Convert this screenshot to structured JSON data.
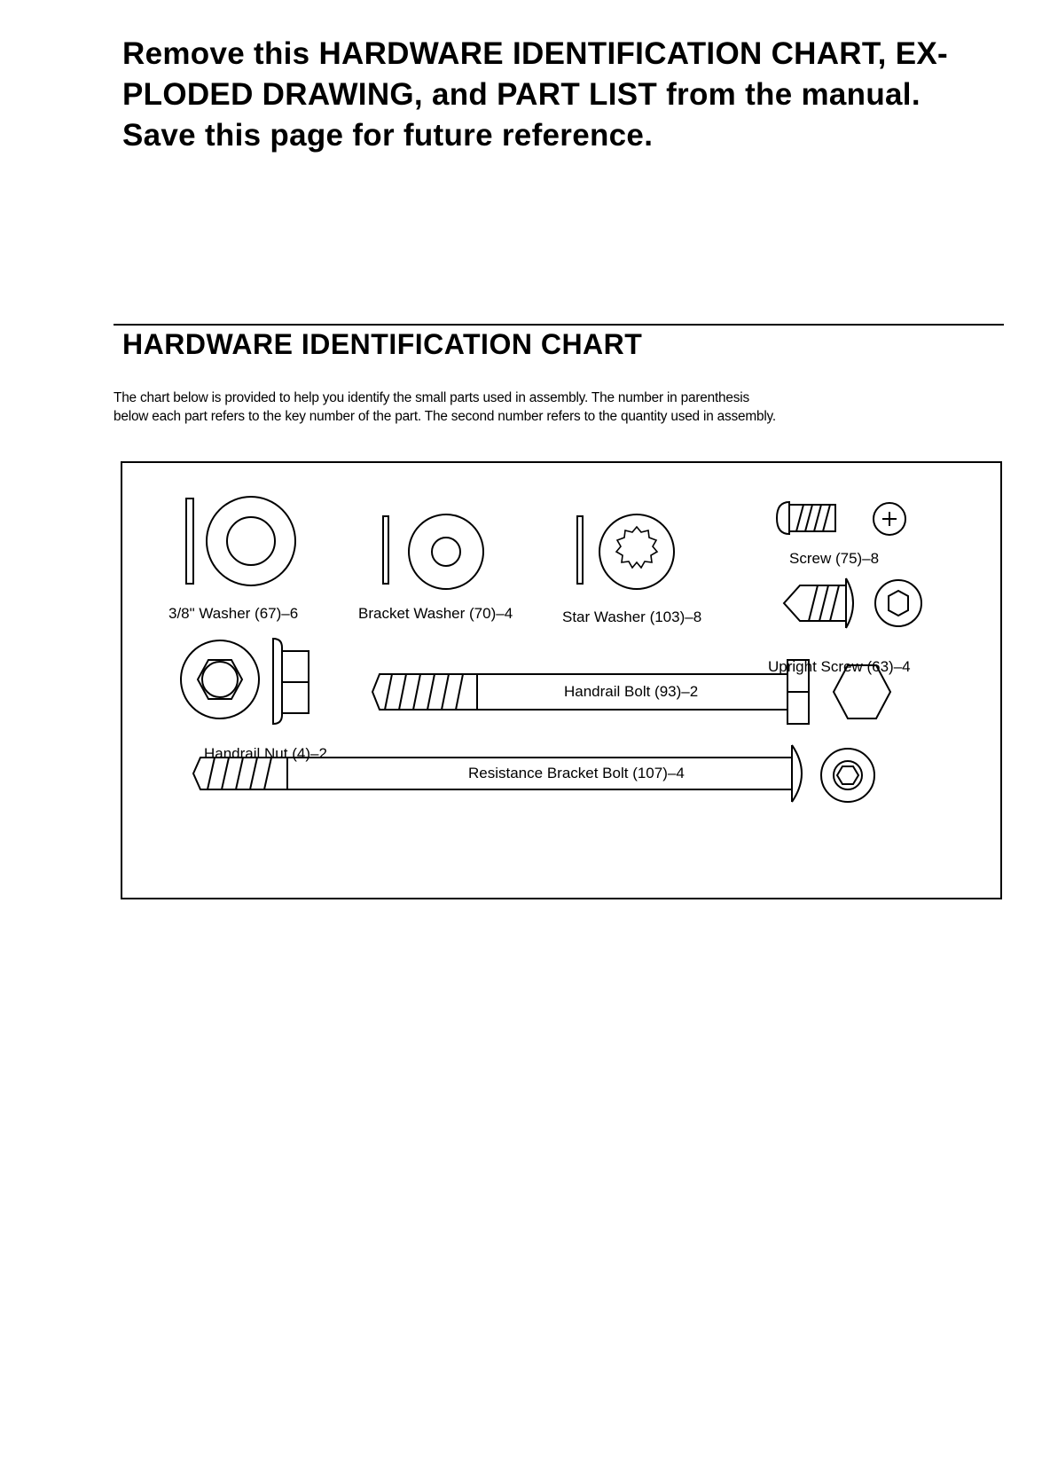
{
  "notice": {
    "lines": [
      "Remove this HARDWARE IDENTIFICATION CHART, EX-",
      "PLODED DRAWING, and PART LIST from the manual.",
      "Save this page for future reference."
    ]
  },
  "section": {
    "title": "HARDWARE IDENTIFICATION CHART"
  },
  "intro": {
    "lines": [
      "The chart below is provided to help you identify the small parts used in assembly. The number in parenthesis",
      "below each part refers to the key number of the part. The second number refers to the quantity used in assembly."
    ]
  },
  "parts": {
    "washer_38": "3/8\" Washer (67)–6",
    "bracket_washer": "Bracket Washer (70)–4",
    "star_washer": "Star Washer (103)–8",
    "screw": "Screw (75)–8",
    "upright_screw": "Upright Screw (63)–4",
    "handrail_nut": "Handrail Nut (4)–2",
    "handrail_bolt": "Handrail Bolt (93)–2",
    "resistance_bolt": "Resistance Bracket Bolt (107)–4"
  }
}
